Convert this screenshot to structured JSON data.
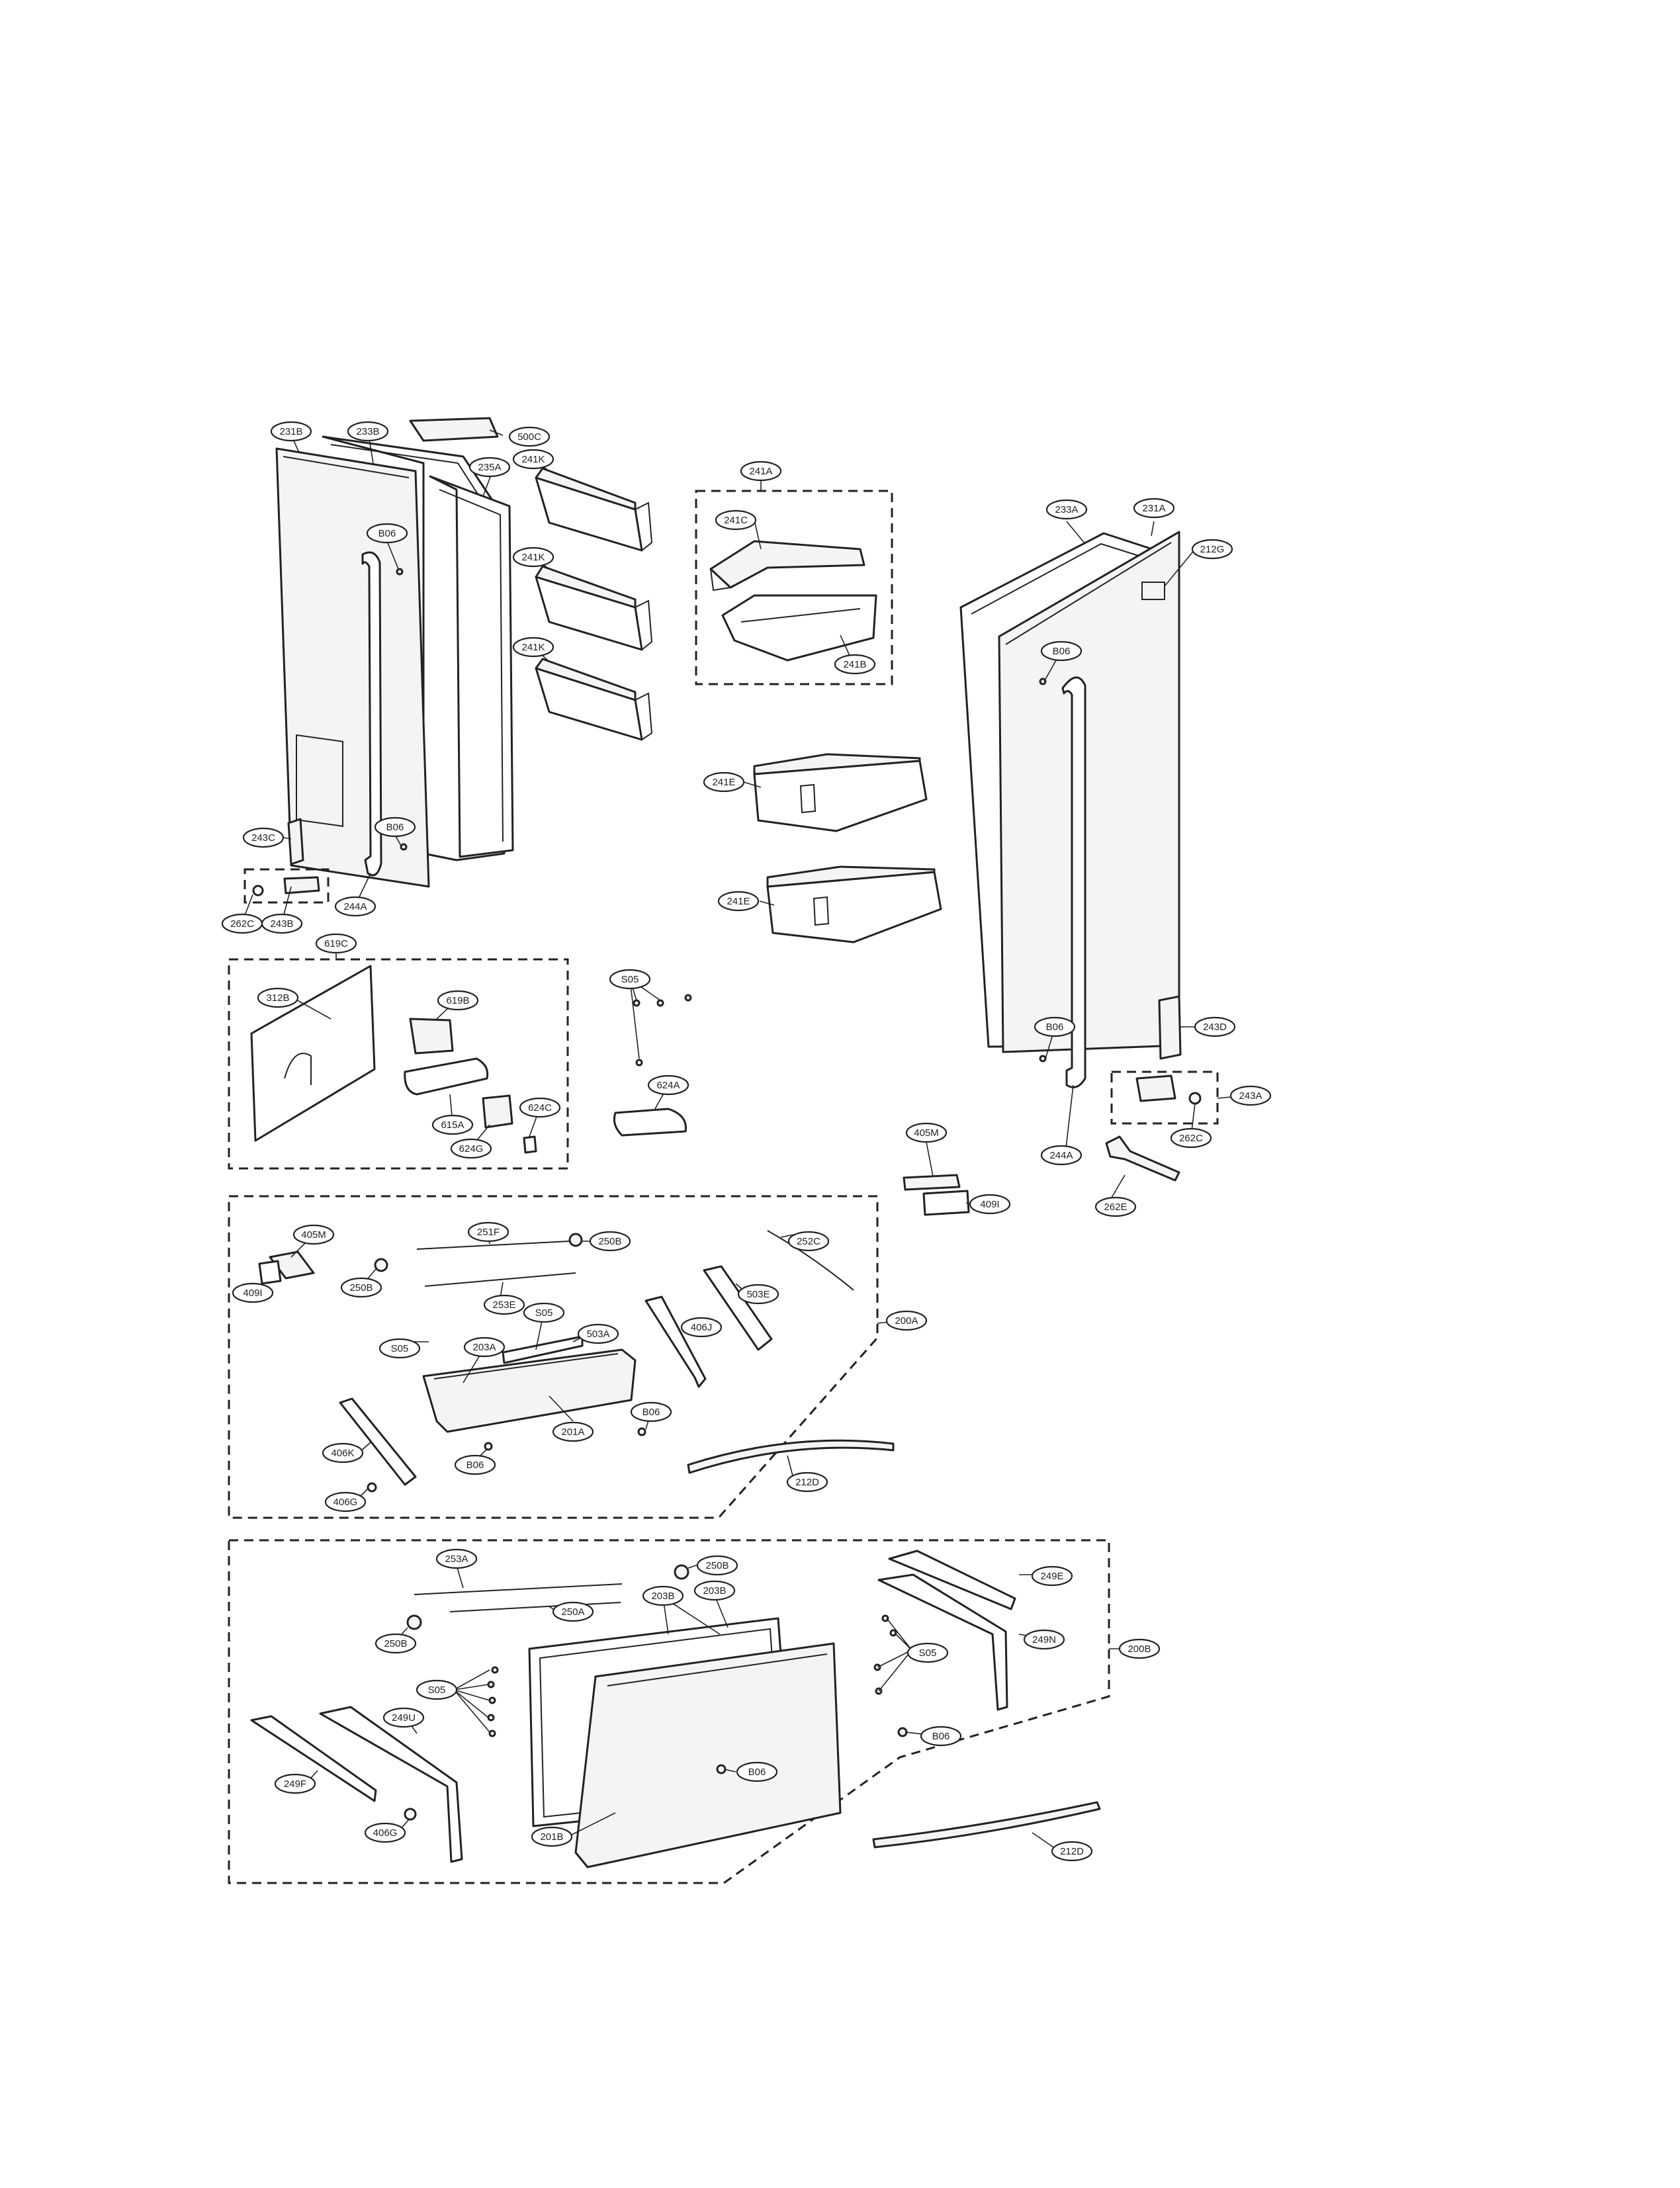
{
  "labels": {
    "l231B_top": "231B",
    "l233B": "233B",
    "l500C": "500C",
    "l235A": "235A",
    "l241K_1": "241K",
    "l241K_2": "241K",
    "l241K_3": "241K",
    "lB06_ld": "B06",
    "lB06_ld2": "B06",
    "l243C": "243C",
    "l262C_l": "262C",
    "l243B": "243B",
    "l244A_l": "244A",
    "l241A": "241A",
    "l241C": "241C",
    "l241B": "241B",
    "l241E_1": "241E",
    "l241E_2": "241E",
    "l233A": "233A",
    "l231A": "231A",
    "l212G": "212G",
    "lB06_rd": "B06",
    "lB06_rd2": "B06",
    "l243D": "243D",
    "l243A": "243A",
    "l262C_r": "262C",
    "l244A_r": "244A",
    "l262E": "262E",
    "l619C": "619C",
    "l312B": "312B",
    "l619B": "619B",
    "l615A": "615A",
    "l624G": "624G",
    "l624C": "624C",
    "lS05_a": "S05",
    "l624A": "624A",
    "l405M_r": "405M",
    "l409I_r": "409I",
    "l405M_a": "405M",
    "l409I_a": "409I",
    "l251F": "251F",
    "l250B_a1": "250B",
    "l250B_a2": "250B",
    "l252C": "252C",
    "l253E": "253E",
    "lS05_b": "S05",
    "l503A": "503A",
    "lS05_c": "S05",
    "l203A": "203A",
    "l406J": "406J",
    "l503E": "503E",
    "l200A": "200A",
    "l201A": "201A",
    "lB06_a1": "B06",
    "lB06_a2": "B06",
    "l406K": "406K",
    "l406G_a": "406G",
    "l212D_a": "212D",
    "l253A": "253A",
    "l250B_b1": "250B",
    "l203B_1": "203B",
    "l203B_2": "203B",
    "l250A": "250A",
    "l250B_b2": "250B",
    "l249E": "249E",
    "l249N": "249N",
    "lS05_d": "S05",
    "l200B": "200B",
    "lS05_e": "S05",
    "l249U": "249U",
    "lB06_b1": "B06",
    "lB06_b2": "B06",
    "l249F": "249F",
    "l406G_b": "406G",
    "l201B": "201B",
    "l212D_b": "212D"
  },
  "colors": {
    "line": "#222222",
    "fill": "#f4f4f4",
    "background": "#ffffff"
  }
}
